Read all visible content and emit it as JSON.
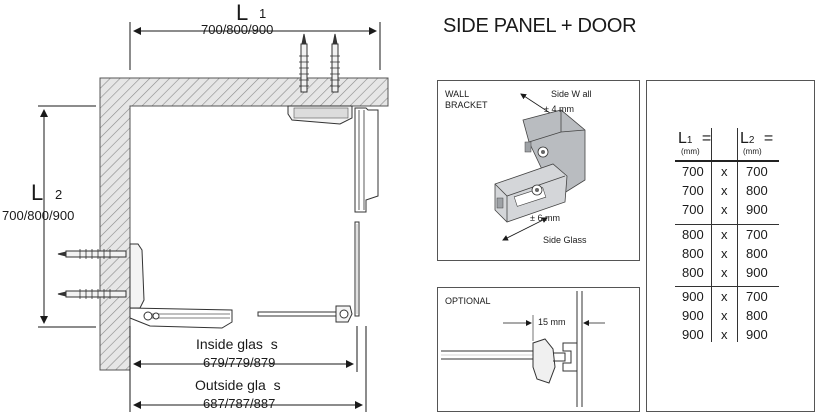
{
  "title": "SIDE PANEL + DOOR",
  "plan": {
    "l1_symbol": "L",
    "l1_index": "1",
    "l1_values": "700/800/900",
    "l2_symbol": "L",
    "l2_index": "2",
    "l2_values": "700/800/900",
    "inside_label": "Inside glas  s",
    "inside_values": "679/779/879",
    "outside_label": "Outside gla  s",
    "outside_values": "687/787/887"
  },
  "bracket_detail": {
    "wall_label_1": "WALL",
    "wall_label_2": "BRACKET",
    "side_wall_label": "Side W all",
    "tolerance_top": "± 4 mm",
    "tolerance_bottom": "± 6 mm",
    "side_glass_label": "Side Glass"
  },
  "optional_detail": {
    "label": "OPTIONAL",
    "gap": "15 mm"
  },
  "dimension_table": {
    "col1_header": "L",
    "col1_index": "1",
    "col1_eq": "=",
    "col1_unit": "(mm)",
    "col2_header": "L",
    "col2_index": "2",
    "col2_eq": "=",
    "col2_unit": "(mm)",
    "rows": [
      {
        "l1": "700",
        "x": "x",
        "l2": "700"
      },
      {
        "l1": "700",
        "x": "x",
        "l2": "800"
      },
      {
        "l1": "700",
        "x": "x",
        "l2": "900"
      },
      {
        "l1": "800",
        "x": "x",
        "l2": "700"
      },
      {
        "l1": "800",
        "x": "x",
        "l2": "800"
      },
      {
        "l1": "800",
        "x": "x",
        "l2": "900"
      },
      {
        "l1": "900",
        "x": "x",
        "l2": "700"
      },
      {
        "l1": "900",
        "x": "x",
        "l2": "800"
      },
      {
        "l1": "900",
        "x": "x",
        "l2": "900"
      }
    ]
  }
}
